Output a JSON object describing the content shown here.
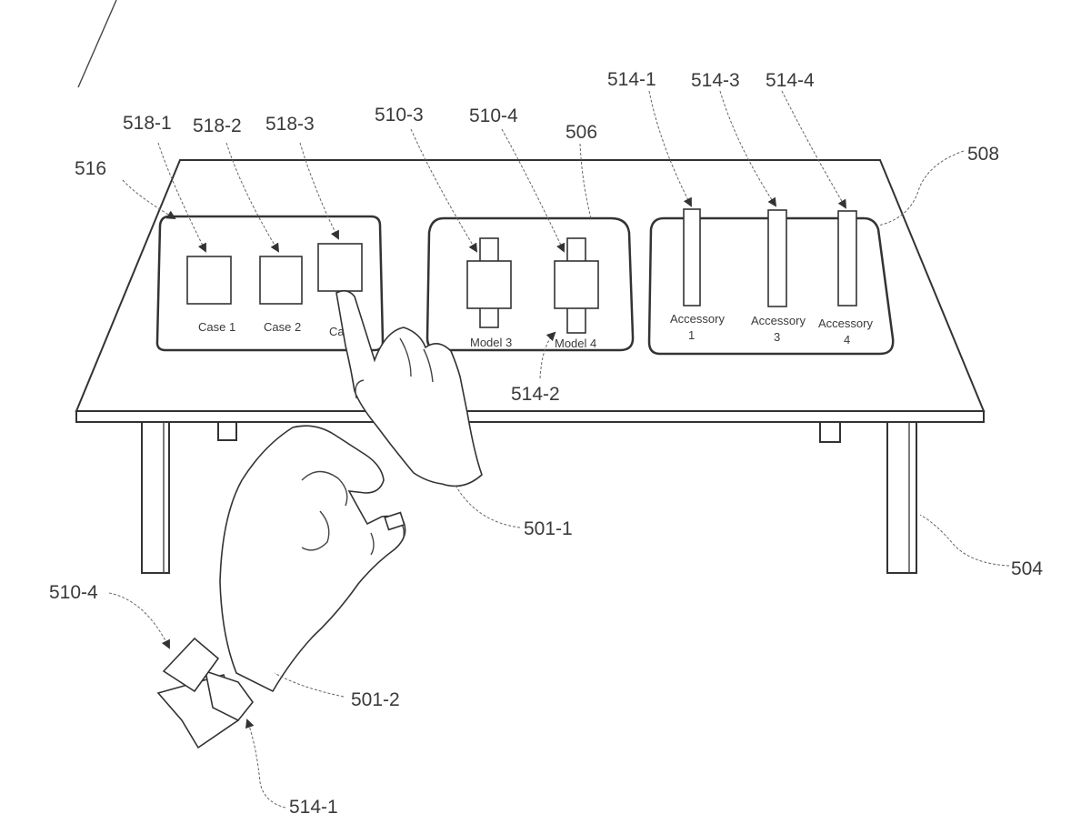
{
  "references": {
    "r516": "516",
    "r518_1": "518-1",
    "r518_2": "518-2",
    "r518_3": "518-3",
    "r510_3": "510-3",
    "r510_4_top": "510-4",
    "r506": "506",
    "r514_1_top": "514-1",
    "r514_3": "514-3",
    "r514_4": "514-4",
    "r508": "508",
    "r514_2": "514-2",
    "r501_1": "501-1",
    "r504": "504",
    "r510_4_watch": "510-4",
    "r501_2": "501-2",
    "r514_1_watch": "514-1"
  },
  "panel_labels": {
    "case1": "Case 1",
    "case2": "Case 2",
    "case3": "Ca",
    "model3": "Model 3",
    "model4": "Model 4",
    "acc1_a": "Accessory",
    "acc1_b": "1",
    "acc3_a": "Accessory",
    "acc3_b": "3",
    "acc4_a": "Accessory",
    "acc4_b": "4"
  }
}
